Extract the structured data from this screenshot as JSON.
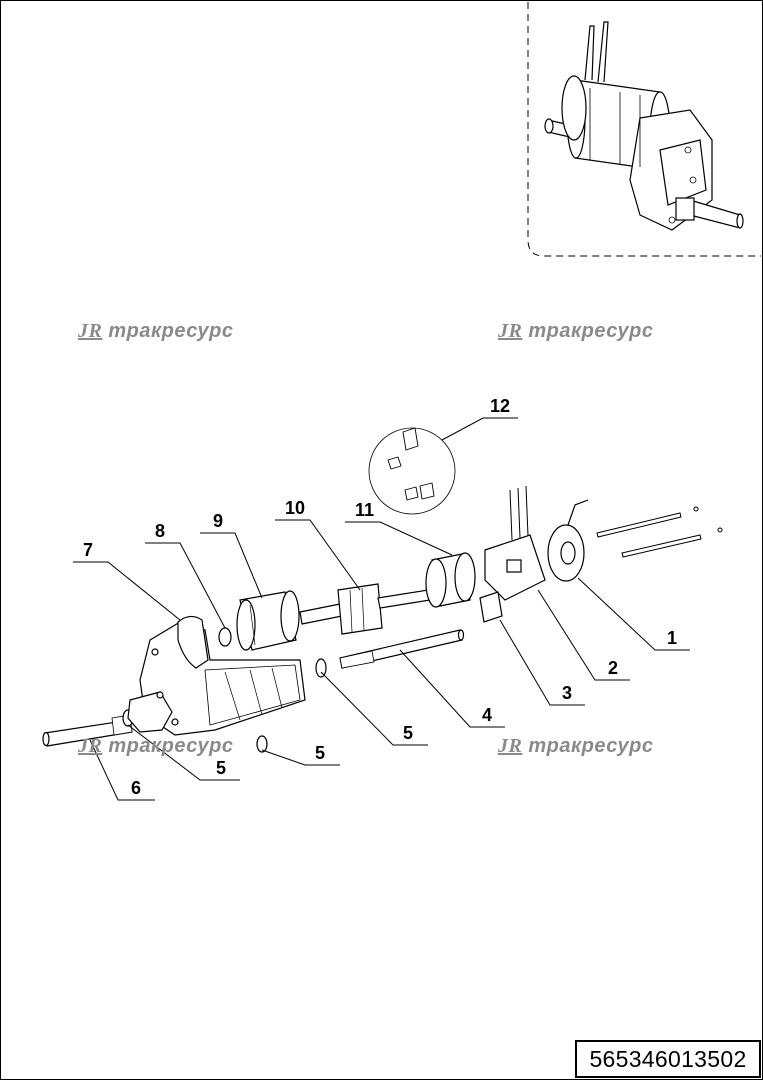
{
  "watermarks": [
    {
      "logo": "JR",
      "text": "тракресурс"
    },
    {
      "logo": "JR",
      "text": "тракресурс"
    },
    {
      "logo": "JR",
      "text": "тракресурс"
    },
    {
      "logo": "JR",
      "text": "тракресурс"
    }
  ],
  "callouts": [
    "1",
    "2",
    "3",
    "4",
    "5",
    "5",
    "5",
    "6",
    "7",
    "8",
    "9",
    "10",
    "11",
    "12"
  ],
  "part_number": "565346013502",
  "colors": {
    "line": "#000000",
    "watermark": "#8a8a8a",
    "background": "#ffffff"
  }
}
